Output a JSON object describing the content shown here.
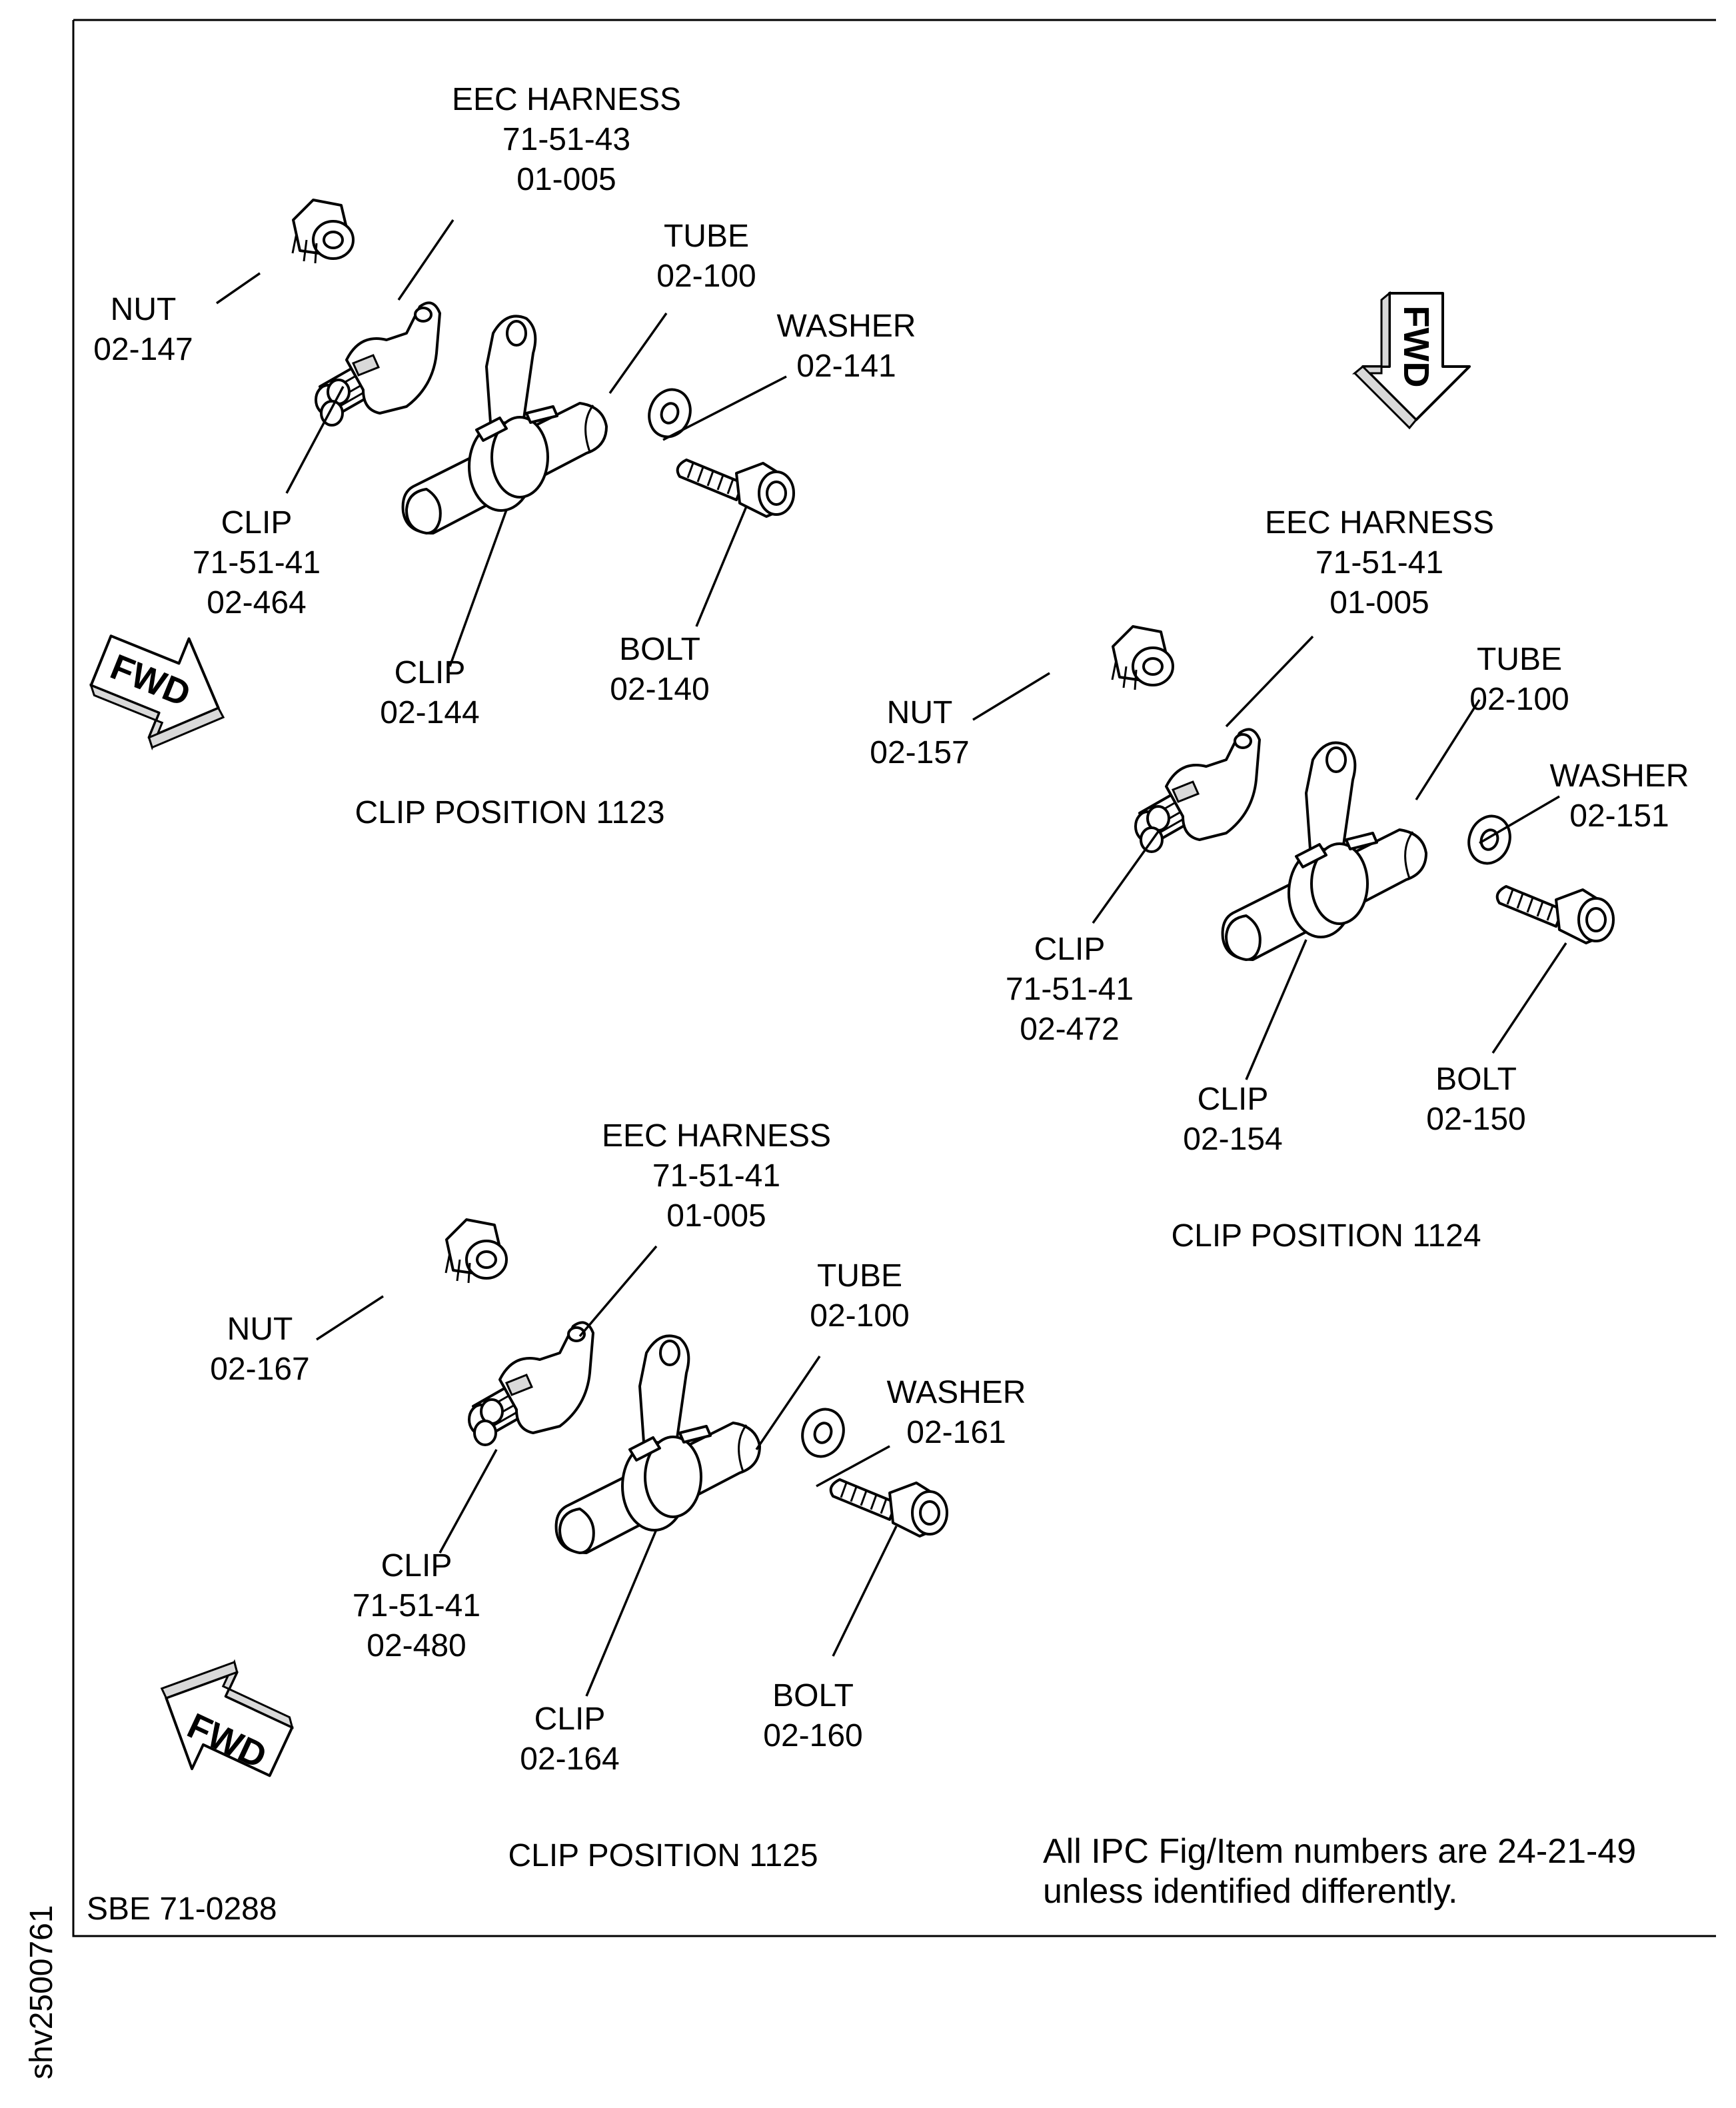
{
  "colors": {
    "ink": "#000000",
    "paper": "#ffffff",
    "arrow_fill": "#d9d9d9"
  },
  "arrow_text": "FWD",
  "positions": [
    {
      "title": "CLIP POSITION 1123",
      "eec": [
        "EEC HARNESS",
        "71-51-43",
        "01-005"
      ],
      "tube": [
        "TUBE",
        "02-100"
      ],
      "washer": [
        "WASHER",
        "02-141"
      ],
      "nut": [
        "NUT",
        "02-147"
      ],
      "clip_harness": [
        "CLIP",
        "71-51-41",
        "02-464"
      ],
      "clip_tube": [
        "CLIP",
        "02-144"
      ],
      "bolt": [
        "BOLT",
        "02-140"
      ]
    },
    {
      "title": "CLIP POSITION 1124",
      "eec": [
        "EEC HARNESS",
        "71-51-41",
        "01-005"
      ],
      "tube": [
        "TUBE",
        "02-100"
      ],
      "washer": [
        "WASHER",
        "02-151"
      ],
      "nut": [
        "NUT",
        "02-157"
      ],
      "clip_harness": [
        "CLIP",
        "71-51-41",
        "02-472"
      ],
      "clip_tube": [
        "CLIP",
        "02-154"
      ],
      "bolt": [
        "BOLT",
        "02-150"
      ]
    },
    {
      "title": "CLIP POSITION 1125",
      "eec": [
        "EEC HARNESS",
        "71-51-41",
        "01-005"
      ],
      "tube": [
        "TUBE",
        "02-100"
      ],
      "washer": [
        "WASHER",
        "02-161"
      ],
      "nut": [
        "NUT",
        "02-167"
      ],
      "clip_harness": [
        "CLIP",
        "71-51-41",
        "02-480"
      ],
      "clip_tube": [
        "CLIP",
        "02-164"
      ],
      "bolt": [
        "BOLT",
        "02-160"
      ]
    }
  ],
  "note": [
    "All IPC Fig/Item numbers are 24-21-49",
    "unless identified differently."
  ],
  "sbe_ref": "SBE 71-0288",
  "sheet_id": "shv2500761"
}
